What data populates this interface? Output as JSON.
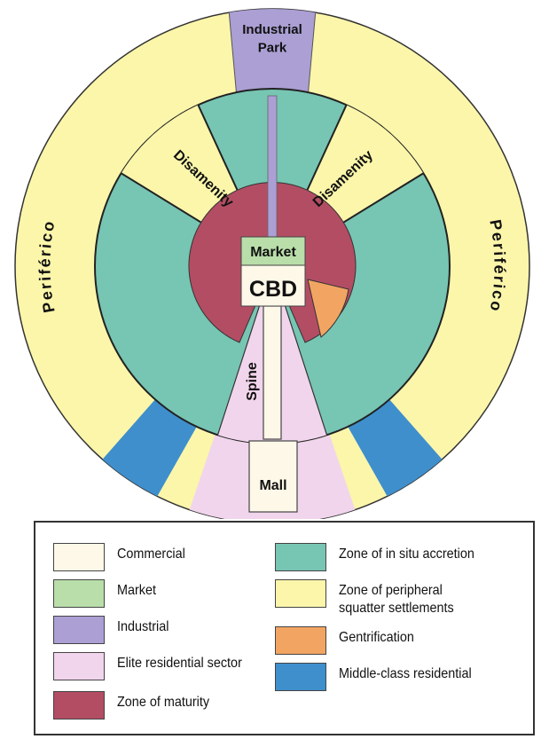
{
  "diagram": {
    "labels": {
      "industrial_park": "Industrial\nPark",
      "periferico_left": "Periférico",
      "periferico_right": "Periférico",
      "disamenity_left": "Disamenity",
      "disamenity_right": "Disamenity",
      "market": "Market",
      "cbd": "CBD",
      "spine": "Spine",
      "mall": "Mall"
    }
  },
  "colors": {
    "commercial": "#fdf8e8",
    "market": "#b9deaa",
    "industrial": "#ab9fd4",
    "elite_residential": "#f1d5ec",
    "zone_of_maturity": "#b34d64",
    "in_situ_accretion": "#77c5b3",
    "peripheral_squatter": "#fbf6aa",
    "gentrification": "#f2a562",
    "middle_class": "#3f8fcc"
  },
  "legend": {
    "items": [
      {
        "label": "Commercial",
        "color_key": "commercial"
      },
      {
        "label": "Market",
        "color_key": "market"
      },
      {
        "label": "Industrial",
        "color_key": "industrial"
      },
      {
        "label": "Elite residential sector",
        "color_key": "elite_residential"
      },
      {
        "label": "Zone of maturity",
        "color_key": "zone_of_maturity"
      },
      {
        "label": "Zone of in situ accretion",
        "color_key": "in_situ_accretion"
      },
      {
        "label": "Zone of peripheral\nsquatter settlements",
        "color_key": "peripheral_squatter"
      },
      {
        "label": "Gentrification",
        "color_key": "gentrification"
      },
      {
        "label": "Middle-class residential",
        "color_key": "middle_class"
      }
    ]
  }
}
